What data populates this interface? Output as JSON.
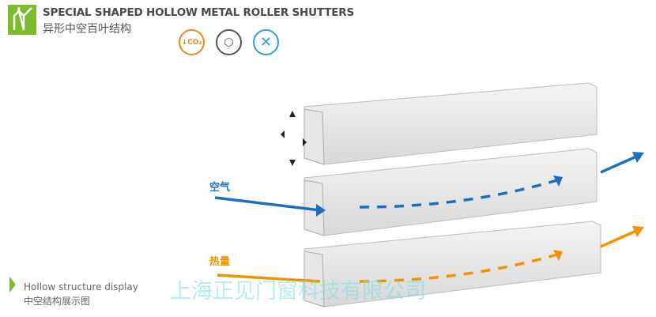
{
  "header": {
    "title": "SPECIAL SHAPED HOLLOW METAL ROLLER SHUTTERS",
    "subtitle": "异形中空百叶结构"
  },
  "icons": [
    {
      "name": "co2-reduction-icon",
      "label": "CO₂",
      "color": "#e8891c"
    },
    {
      "name": "expansion-icon",
      "color": "#555555"
    },
    {
      "name": "fan-icon",
      "color": "#2aa0d8"
    }
  ],
  "diagram": {
    "air_label": "空气",
    "heat_label": "热量",
    "air_color": "#1a6fc0",
    "heat_color": "#f39200"
  },
  "caption": {
    "en": "Hollow structure display",
    "zh": "中空结构展示图"
  },
  "watermark": "上海正见门窗科技有限公司",
  "logo_color": "#7dbb2e"
}
